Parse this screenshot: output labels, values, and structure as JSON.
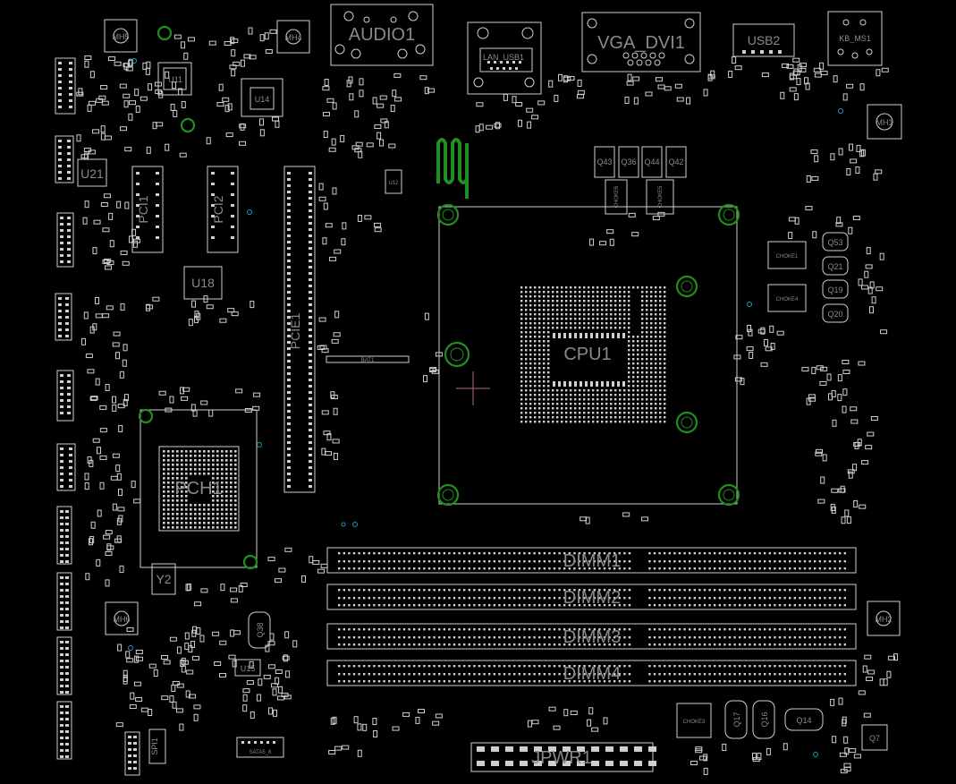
{
  "labels": {
    "audio": "AUDIO1",
    "vga_dvi": "VGA_DVI1",
    "lan_usb": "LAN_USB1",
    "usb": "USB2",
    "kb_ms": "KB_MS1",
    "cpu": "CPU1",
    "pch": "PCH1",
    "pcie_x16": "PCIE1",
    "pci1": "PCI1",
    "pci2": "PCI2",
    "bat": "BAT1",
    "jpwr": "JPWR1",
    "spi": "SPI1",
    "dimm1": "DIMM1",
    "dimm2": "DIMM2",
    "dimm3": "DIMM3",
    "dimm4": "DIMM4",
    "u11": "U11",
    "u14": "U14",
    "u18": "U18",
    "u21": "U21",
    "u12": "U12",
    "u15": "U15",
    "mh1": "MH1",
    "mh2": "MH2",
    "mh4": "MH4",
    "mh5": "MH5",
    "mh6": "MH6",
    "q7": "Q7",
    "q14": "Q14",
    "q16": "Q16",
    "q17": "Q17",
    "q19": "Q19",
    "q20": "Q20",
    "q21": "Q21",
    "q53": "Q53",
    "q36": "Q36",
    "q38": "Q38",
    "q42": "Q42",
    "q43": "Q43",
    "q44": "Q44",
    "y2": "Y2",
    "sata_b": "SATA5_6",
    "choke1": "CHOKE1",
    "choke3": "CHOKE3",
    "choke4": "CHOKE4",
    "choke5": "CHOKE5",
    "choke6": "CHOKE6"
  }
}
